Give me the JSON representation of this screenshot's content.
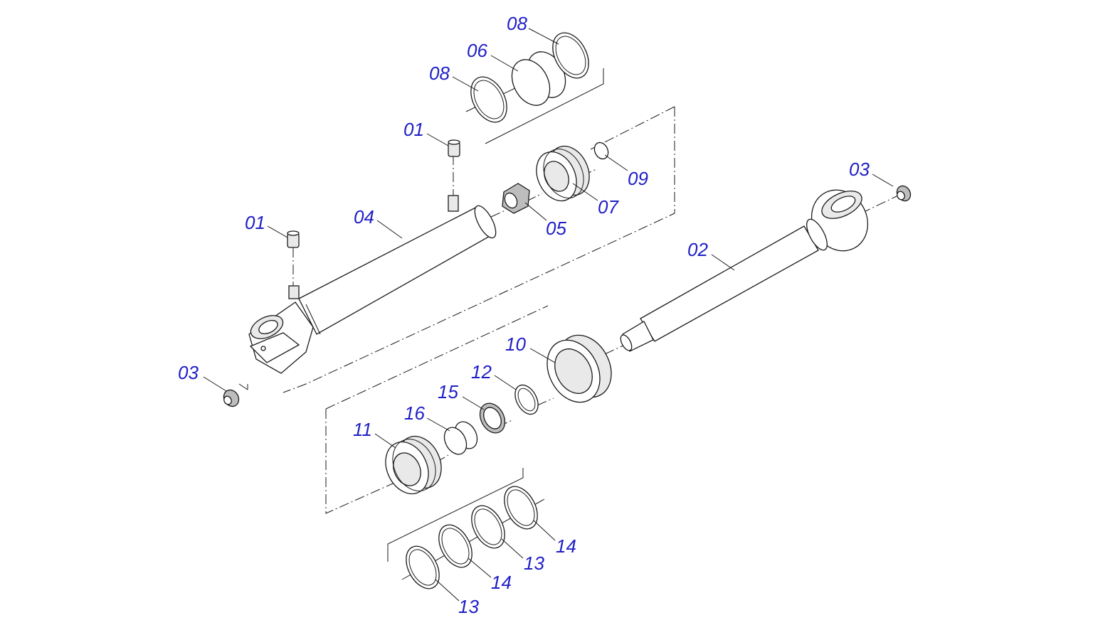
{
  "callouts": {
    "p01_top": "01",
    "p01_bottom": "01",
    "p02": "02",
    "p03_right": "03",
    "p03_left": "03",
    "p04": "04",
    "p05": "05",
    "p06": "06",
    "p07": "07",
    "p08_top": "08",
    "p08_left": "08",
    "p09": "09",
    "p10": "10",
    "p11": "11",
    "p12": "12",
    "p13_mid": "13",
    "p13_bottom": "13",
    "p14_right": "14",
    "p14_mid": "14",
    "p15": "15",
    "p16": "16"
  },
  "colors": {
    "label": "#1f1fc8",
    "line": "#1a1a1a",
    "background": "#ffffff"
  }
}
